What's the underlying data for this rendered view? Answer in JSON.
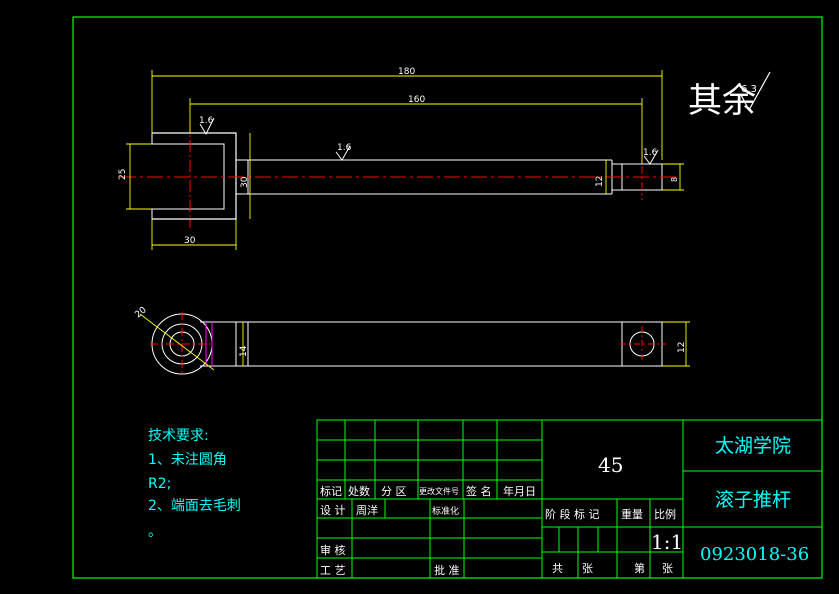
{
  "drawing": {
    "roughness_symbol": {
      "label": "其余",
      "value": "6.3"
    },
    "dimensions": {
      "overall_length": "180",
      "shaft_length": "160",
      "head_height": "25",
      "head_outer": "30",
      "head_width": "30",
      "shaft_dia": "12",
      "tip_dia": "8",
      "hole_radius": "20",
      "side_thickness": "14",
      "side_end_height": "12"
    },
    "surface_finish": {
      "head": "1.6",
      "shaft": "1.6",
      "tip": "1.6"
    },
    "tech_requirements": {
      "title": "技术要求:",
      "line1": "1、未注圆角",
      "line2": "R2;",
      "line3": "2、端面去毛刺",
      "line4": "。"
    },
    "title_block": {
      "material": "45",
      "school": "太湖学院",
      "part_name": "滚子推杆",
      "drawing_no": "0923018-36",
      "scale": "1:1",
      "hdr_mark": "标记",
      "hdr_count": "处数",
      "hdr_zone": "分 区",
      "hdr_docno": "更改文件号",
      "hdr_sign": "签 名",
      "hdr_date": "年月日",
      "design": "设 计",
      "designer": "周洋",
      "standardize": "标准化",
      "stage_mark": "阶 段 标 记",
      "weight": "重量",
      "ratio": "比例",
      "review": "审 核",
      "process": "工 艺",
      "approve": "批 准",
      "total": "共",
      "sheets": "张",
      "sheet_no": "第",
      "sheet_unit": "张"
    }
  },
  "colors": {
    "frame": "#00ff00",
    "outline": "#ffffff",
    "dim": "#ffff00",
    "center": "#ff0000",
    "hatch": "#ff00ff",
    "text_cyan": "#00ffff"
  }
}
